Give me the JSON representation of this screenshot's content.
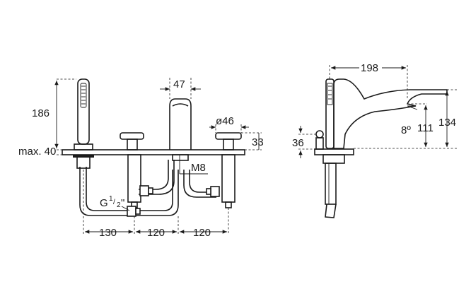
{
  "dimensions": {
    "hand_shower_height": "186",
    "max_deck": "max. 40",
    "spout_width": "47",
    "handle_diameter": "ø46",
    "handle_height": "33",
    "thread_m": "M8",
    "thread_g_prefix": "G",
    "thread_g_num": "1",
    "thread_g_den": "2",
    "thread_g_suffix": "\"",
    "spacing_left": "130",
    "spacing_mid": "120",
    "spacing_right": "120",
    "spout_reach": "198",
    "spout_angle": "8º",
    "spout_height_outlet": "111",
    "spout_height_total": "134",
    "base_height": "36"
  }
}
